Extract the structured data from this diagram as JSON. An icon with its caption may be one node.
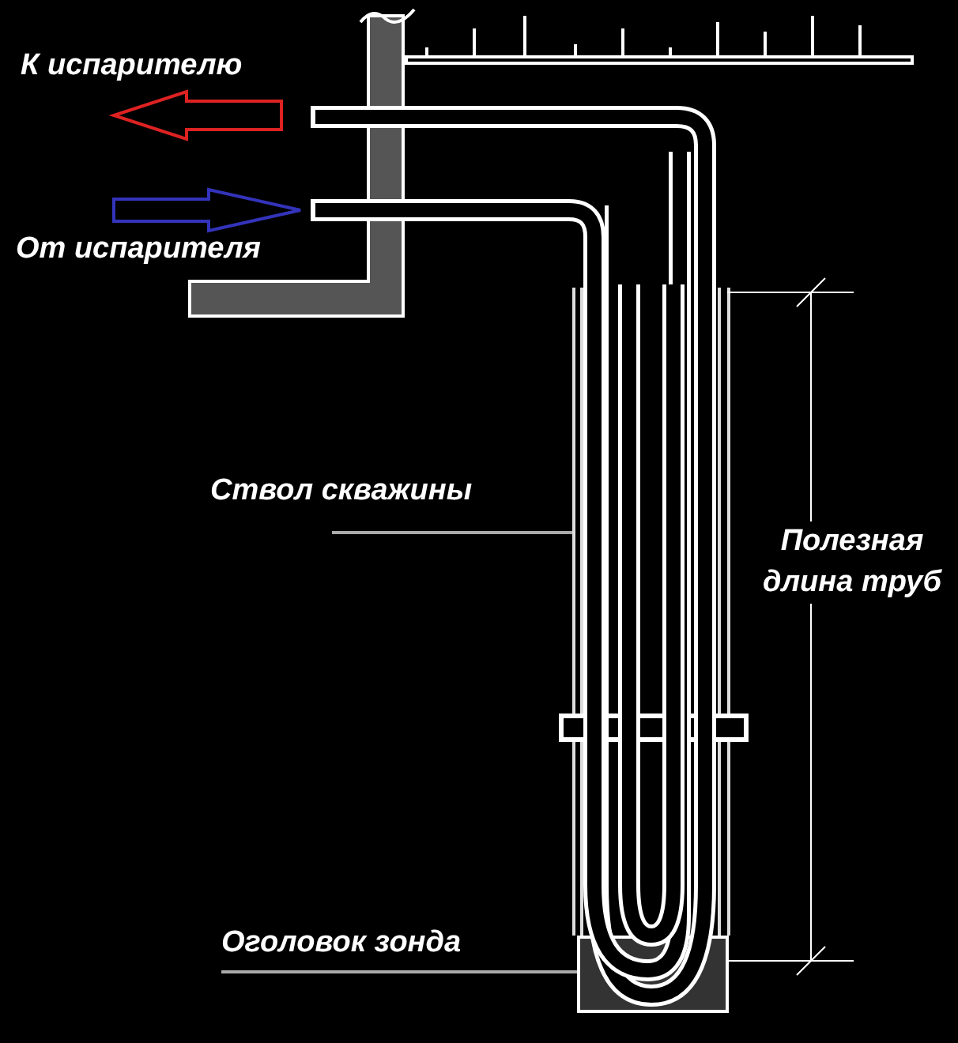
{
  "diagram": {
    "nodes": [
      {
        "text": [
          "Ствол скважины"
        ]
      },
      {
        "text": [],
        "shape": "box"
      },
      {
        "text": [
          "Оголовок зонда"
        ]
      },
      {
        "text": [],
        "shape": "box"
      }
    ],
    "edges": [
      {
        "from": 0,
        "to": 1,
        "arrow": "none"
      },
      {
        "from": 2,
        "to": 3,
        "arrow": "none"
      }
    ],
    "labels": [
      "К испарителю",
      "От испарителя",
      "Полезная длина труб"
    ]
  }
}
